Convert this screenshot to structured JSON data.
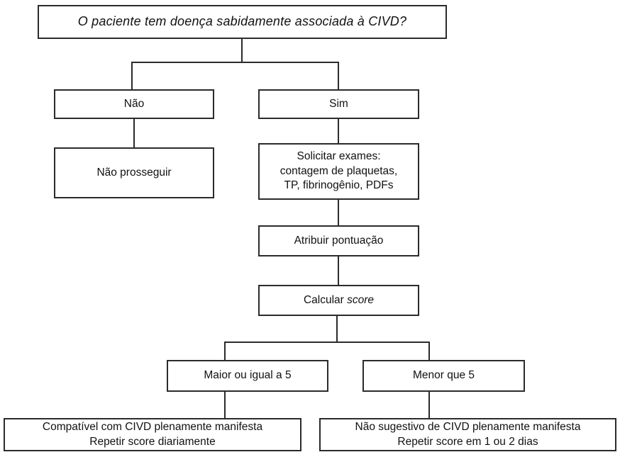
{
  "diagram": {
    "title_question": "O paciente tem doença sabidamente associada à CIVD?",
    "nodes": {
      "question": "O paciente tem doença sabidamente associada à CIVD?",
      "no": "Não",
      "yes": "Sim",
      "no_proceed": "Não prosseguir",
      "exams_line1": "Solicitar exames:",
      "exams_line2": "contagem de plaquetas,",
      "exams_line3": "TP, fibrinogênio, PDFs",
      "assign_score": "Atribuir pontuação",
      "calculate_prefix": "Calcular ",
      "calculate_italic": "score",
      "branch_ge5": "Maior ou igual a 5",
      "branch_lt5": "Menor que 5",
      "result_left_line1": "Compatível com CIVD plenamente manifesta",
      "result_left_line2": "Repetir score diariamente",
      "result_right_line1": "Não sugestivo de CIVD plenamente manifesta",
      "result_right_line2": "Repetir score em 1 ou 2 dias"
    },
    "style": {
      "border_color": "#2b2b2b",
      "background": "#ffffff",
      "text_color": "#111111"
    }
  }
}
